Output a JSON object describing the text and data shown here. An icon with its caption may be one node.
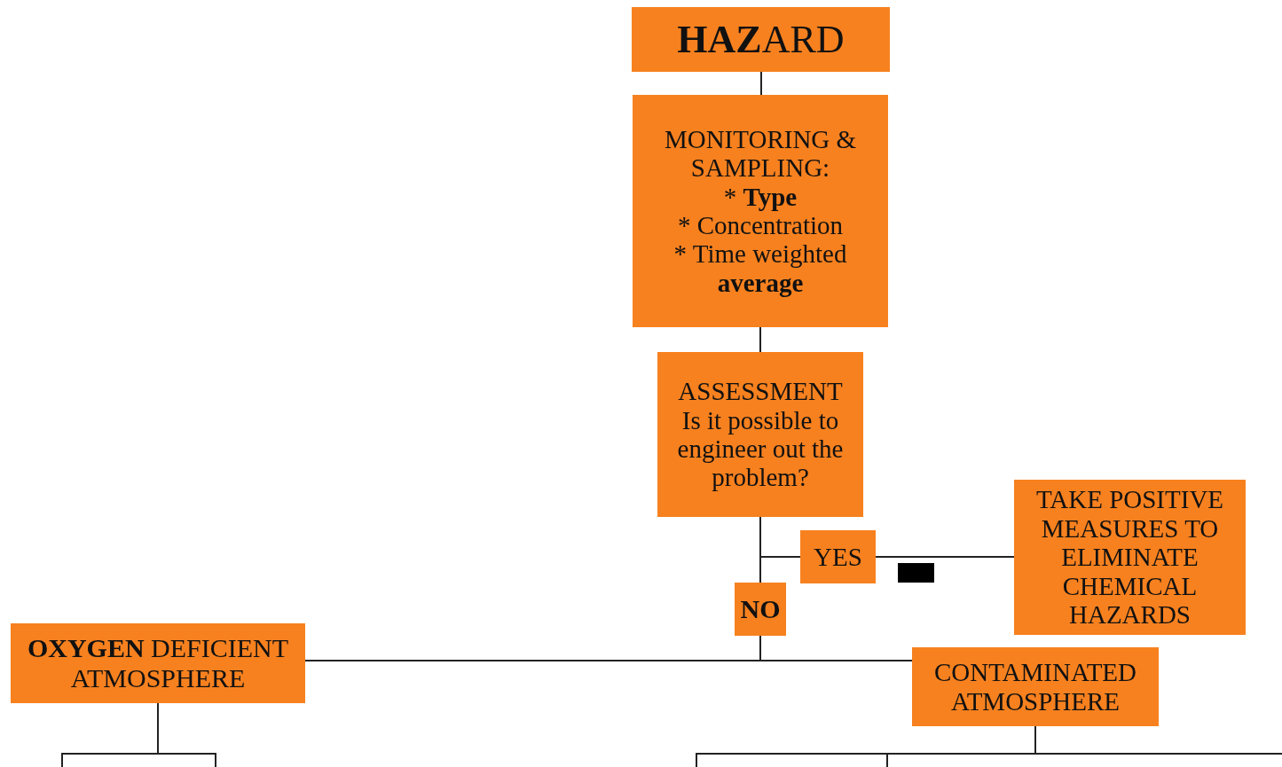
{
  "diagram": {
    "nodes": [
      {
        "text": [
          "**HAZ**ARD"
        ]
      },
      {
        "text": [
          "MONITORING & SAMPLING:",
          "* **Type**",
          "* Concentration",
          "* Time weighted **average**"
        ]
      },
      {
        "text": [
          "ASSESSMENT",
          "Is it possible to engineer out the problem?"
        ]
      },
      {
        "text": [
          "YES"
        ]
      },
      {
        "text": [
          "**NO**"
        ]
      },
      {
        "text": [
          "TAKE POSITIVE MEASURES TO ELIMINATE CHEMICAL HAZARDS"
        ]
      },
      {
        "text": [
          "**OXYGEN** DEFICIENT ATMOSPHERE"
        ]
      },
      {
        "text": [
          "CONTAMINATED ATMOSPHERE"
        ]
      }
    ],
    "edges": [
      {
        "from": 0,
        "to": 1,
        "arrow": "none"
      },
      {
        "from": 1,
        "to": 2,
        "arrow": "none"
      },
      {
        "from": 2,
        "to": 3,
        "arrow": "none"
      },
      {
        "from": 2,
        "to": 4,
        "arrow": "none"
      },
      {
        "from": 3,
        "to": 5,
        "arrow": "none"
      },
      {
        "from": 4,
        "to": 6,
        "arrow": "none"
      },
      {
        "from": 4,
        "to": 7,
        "arrow": "none"
      },
      {
        "from": 6,
        "to": null,
        "arrow": "none"
      },
      {
        "from": 6,
        "to": null,
        "arrow": "none"
      },
      {
        "from": 7,
        "to": null,
        "arrow": "none"
      },
      {
        "from": 7,
        "to": null,
        "arrow": "none"
      },
      {
        "from": 7,
        "to": null,
        "arrow": "none"
      }
    ]
  }
}
